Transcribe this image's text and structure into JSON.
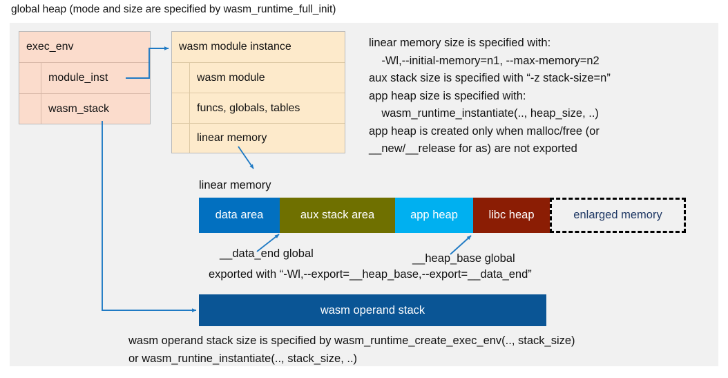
{
  "title": "global heap (mode and size are specified by wasm_runtime_full_init)",
  "exec_env": {
    "header": "exec_env",
    "rows": [
      "module_inst",
      "wasm_stack"
    ],
    "fill": "#fbdccc"
  },
  "module_instance": {
    "header": "wasm module instance",
    "rows": [
      "wasm module",
      "funcs, globals, tables",
      "linear memory"
    ],
    "fill": "#fdeacb"
  },
  "info_text": "linear memory size is specified with:\n    -Wl,--initial-memory=n1, --max-memory=n2\naux stack size is specified with “-z stack-size=n”\napp heap size is specified with:\n    wasm_runtime_instantiate(.., heap_size, ..)\napp heap is created only when malloc/free (or\n__new/__release for as) are not exported",
  "linear_memory": {
    "label": "linear memory",
    "segments": [
      {
        "label": "data area",
        "color": "#0270c0",
        "width": 117
      },
      {
        "label": "aux stack area",
        "color": "#6f7000",
        "width": 167
      },
      {
        "label": "app heap",
        "color": "#00b0f0",
        "width": 113
      },
      {
        "label": "libc heap",
        "color": "#8b1d04",
        "width": 111
      },
      {
        "label": "enlarged memory",
        "color": "#f1f1f1",
        "width": 197,
        "dashed": true
      }
    ]
  },
  "annotations": {
    "data_end": "__data_end global",
    "heap_base": "__heap_base global",
    "exported": "exported with “-Wl,--export=__heap_base,--export=__data_end”"
  },
  "operand_stack": {
    "label": "wasm operand stack",
    "color": "#0a5595"
  },
  "bottom_text": "wasm operand stack size is specified by wasm_runtime_create_exec_env(.., stack_size)\nor wasm_runtine_instantiate(.., stack_size, ..)",
  "arrow_color": "#1f7ac4"
}
